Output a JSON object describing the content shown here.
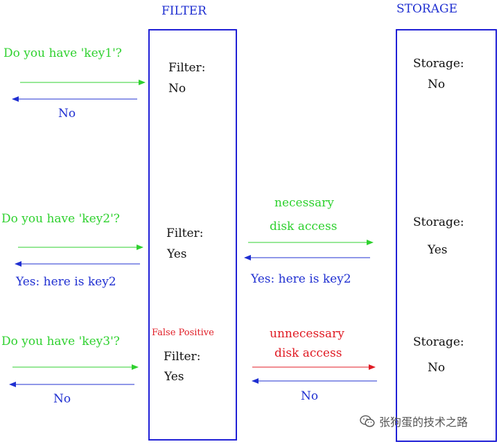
{
  "headers": {
    "filter": "FILTER",
    "storage": "STORAGE"
  },
  "rows": [
    {
      "question": "Do you have 'key1'?",
      "client_reply": "No",
      "filter_label": "Filter:",
      "filter_value": "No",
      "storage_label": "Storage:",
      "storage_value": "No"
    },
    {
      "question": "Do you have 'key2'?",
      "client_reply": "Yes: here is key2",
      "filter_label": "Filter:",
      "filter_value": "Yes",
      "access_line1": "necessary",
      "access_line2": "disk access",
      "storage_reply": "Yes: here is key2",
      "storage_label": "Storage:",
      "storage_value": "Yes"
    },
    {
      "question": "Do you have 'key3'?",
      "client_reply": "No",
      "false_positive": "False Positive",
      "filter_label": "Filter:",
      "filter_value": "Yes",
      "access_line1": "unnecessary",
      "access_line2": "disk access",
      "storage_reply": "No",
      "storage_label": "Storage:",
      "storage_value": "No"
    }
  ],
  "colors": {
    "query": "#2fd12f",
    "reply": "#1f2fd1",
    "unnecessary": "#e01b24",
    "box": "#1f1fd6"
  },
  "watermark": {
    "icon": "wechat-icon",
    "text": "张狗蛋的技术之路"
  }
}
